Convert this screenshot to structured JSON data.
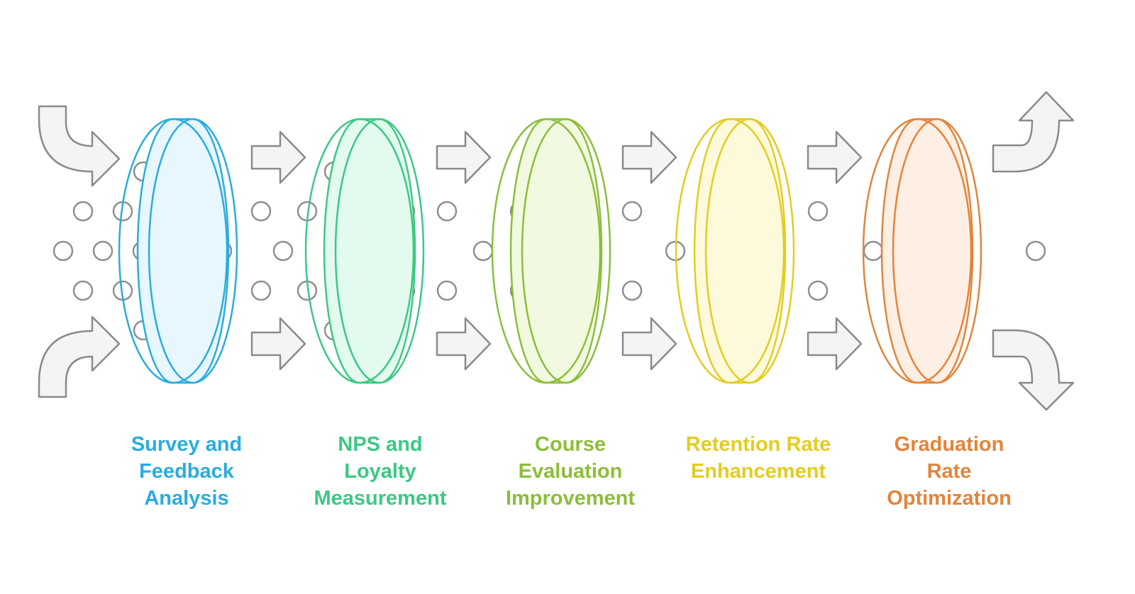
{
  "colors": {
    "arrow_fill": "#f4f4f4",
    "arrow_stroke": "#8a8a8a",
    "dot_stroke": "#909090"
  },
  "stages": [
    {
      "label": "Survey and\nFeedback\nAnalysis",
      "color": "#2aace0",
      "fill": "#e8f7fd"
    },
    {
      "label": "NPS and\nLoyalty\nMeasurement",
      "color": "#3cc884",
      "fill": "#e3faee"
    },
    {
      "label": "Course\nEvaluation\nImprovement",
      "color": "#8cbe3a",
      "fill": "#f1fae0"
    },
    {
      "label": "Retention Rate\nEnhancement",
      "color": "#e4cc20",
      "fill": "#fdfadc"
    },
    {
      "label": "Graduation\nRate\nOptimization",
      "color": "#e3843a",
      "fill": "#fdefe3"
    }
  ]
}
